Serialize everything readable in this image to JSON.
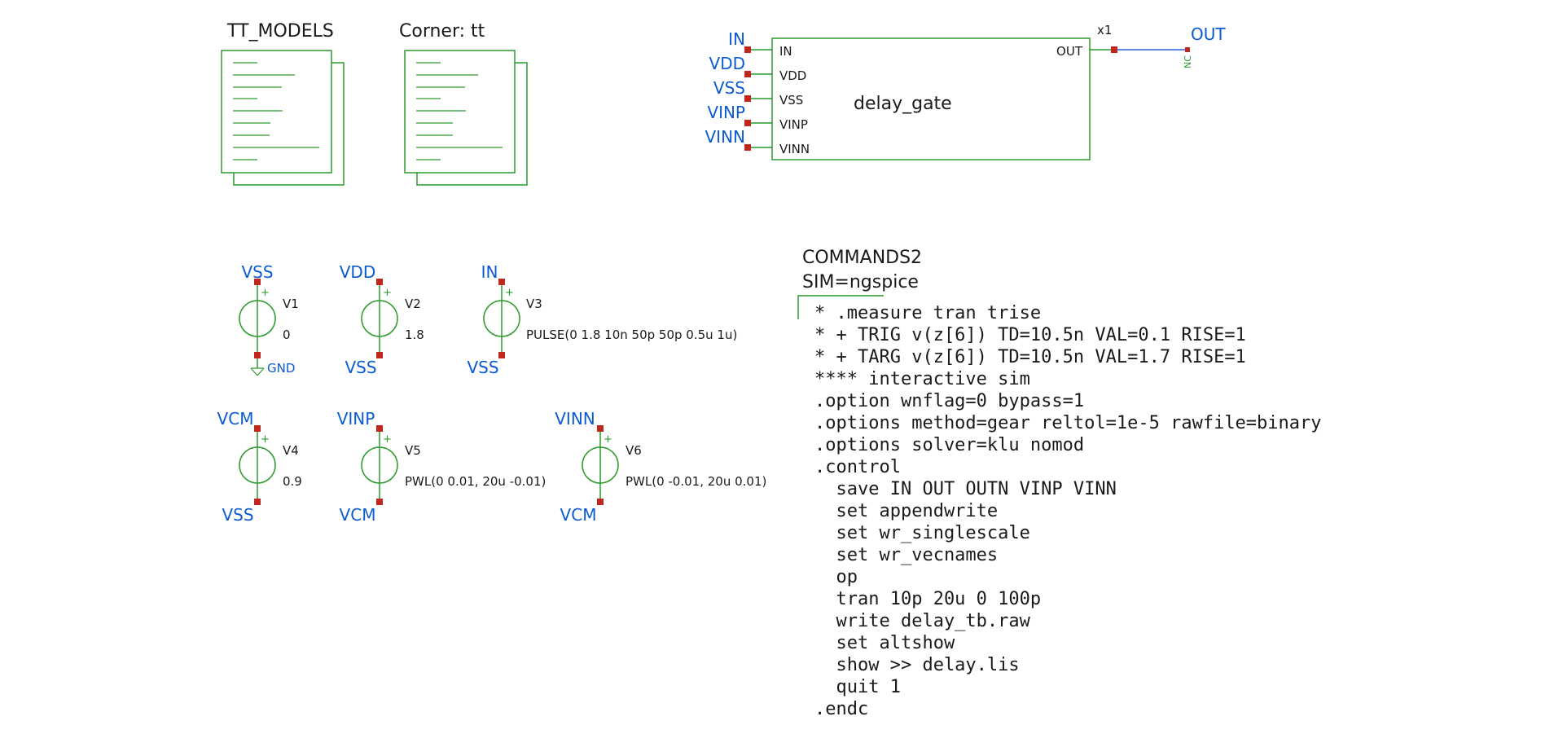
{
  "colors": {
    "background": "#ffffff",
    "symbol": "#2c9a2c",
    "net_label": "#0b5bd3",
    "pin": "#c0281f",
    "wire": "#2b5fd9",
    "text": "#1a1a1a"
  },
  "models": {
    "tt_label": "TT_MODELS",
    "corner_label": "Corner: tt"
  },
  "subckt": {
    "name": "delay_gate",
    "instance": "x1",
    "pins_left": [
      "IN",
      "VDD",
      "VSS",
      "VINP",
      "VINN"
    ],
    "pins_right": [
      "OUT"
    ],
    "nets_left": [
      "IN",
      "VDD",
      "VSS",
      "VINP",
      "VINN"
    ],
    "net_right": "OUT",
    "nc_label": "NC"
  },
  "sources": [
    {
      "name": "V1",
      "value": "0",
      "top_net": "VSS",
      "bottom_net": "GND",
      "gnd_symbol": true
    },
    {
      "name": "V2",
      "value": "1.8",
      "top_net": "VDD",
      "bottom_net": "VSS",
      "gnd_symbol": false
    },
    {
      "name": "V3",
      "value": "PULSE(0 1.8 10n 50p 50p 0.5u 1u)",
      "top_net": "IN",
      "bottom_net": "VSS",
      "gnd_symbol": false
    },
    {
      "name": "V4",
      "value": "0.9",
      "top_net": "VCM",
      "bottom_net": "VSS",
      "gnd_symbol": false
    },
    {
      "name": "V5",
      "value": "PWL(0 0.01, 20u -0.01)",
      "top_net": "VINP",
      "bottom_net": "VCM",
      "gnd_symbol": false
    },
    {
      "name": "V6",
      "value": "PWL(0 -0.01, 20u 0.01)",
      "top_net": "VINN",
      "bottom_net": "VCM",
      "gnd_symbol": false
    }
  ],
  "commands": {
    "title": "COMMANDS2",
    "sim": "SIM=ngspice",
    "lines": [
      "* .measure tran trise",
      "* + TRIG v(z[6]) TD=10.5n VAL=0.1 RISE=1",
      "* + TARG v(z[6]) TD=10.5n VAL=1.7 RISE=1",
      "**** interactive sim",
      ".option wnflag=0 bypass=1",
      ".options method=gear reltol=1e-5 rawfile=binary",
      ".options solver=klu nomod",
      ".control",
      "  save IN OUT OUTN VINP VINN",
      "  set appendwrite",
      "  set wr_singlescale",
      "  set wr_vecnames",
      "  op",
      "  tran 10p 20u 0 100p",
      "  write delay_tb.raw",
      "  set altshow",
      "  show >> delay.lis",
      "  quit 1",
      ".endc"
    ]
  }
}
